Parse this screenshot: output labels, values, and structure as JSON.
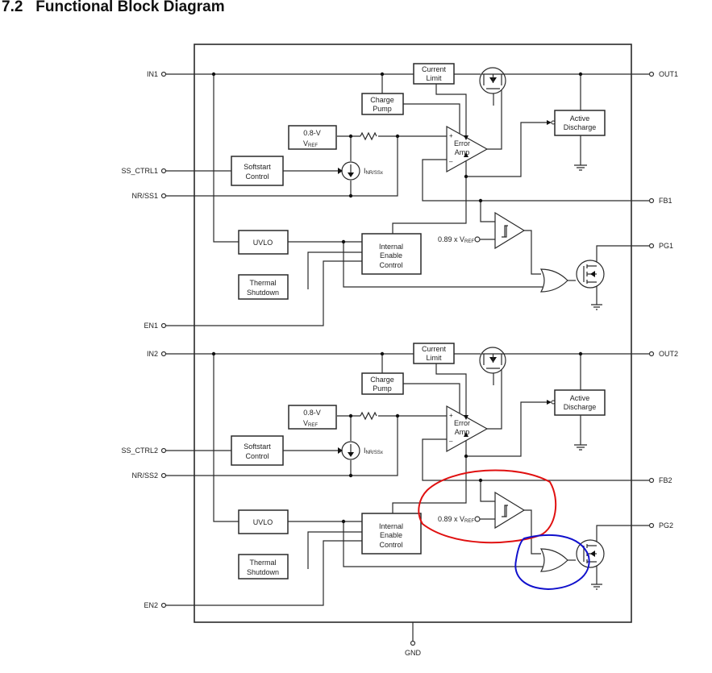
{
  "title": "7.2   Functional Block Diagram",
  "pins_left": {
    "in1": "IN1",
    "ss_ctrl1": "SS_CTRL1",
    "nr_ss1": "NR/SS1",
    "en1": "EN1",
    "in2": "IN2",
    "ss_ctrl2": "SS_CTRL2",
    "nr_ss2": "NR/SS2",
    "en2": "EN2"
  },
  "pins_right": {
    "out1": "OUT1",
    "fb1": "FB1",
    "pg1": "PG1",
    "out2": "OUT2",
    "fb2": "FB2",
    "pg2": "PG2"
  },
  "pin_bottom": {
    "gnd": "GND"
  },
  "blocks": {
    "current_limit": [
      "Current",
      "Limit"
    ],
    "charge_pump": [
      "Charge",
      "Pump"
    ],
    "vref": {
      "line1": "0.8-V",
      "main": "V",
      "sub": "REF"
    },
    "softstart": [
      "Softstart",
      "Control"
    ],
    "error_amp": [
      "Error",
      "Amp"
    ],
    "active_discharge": [
      "Active",
      "Discharge"
    ],
    "uvlo": "UVLO",
    "internal_enable": [
      "Internal",
      "Enable",
      "Control"
    ],
    "thermal_shutdown": [
      "Thermal",
      "Shutdown"
    ]
  },
  "current_source": {
    "main": "I",
    "sub": "NR/SSx"
  },
  "pg_threshold": {
    "prefix": "0.89 x V",
    "sub": "REF"
  },
  "amp_signs": {
    "plus": "+",
    "minus": "–"
  },
  "annotations": {
    "red_circle_color": "#e01010",
    "blue_circle_color": "#1010cc"
  }
}
